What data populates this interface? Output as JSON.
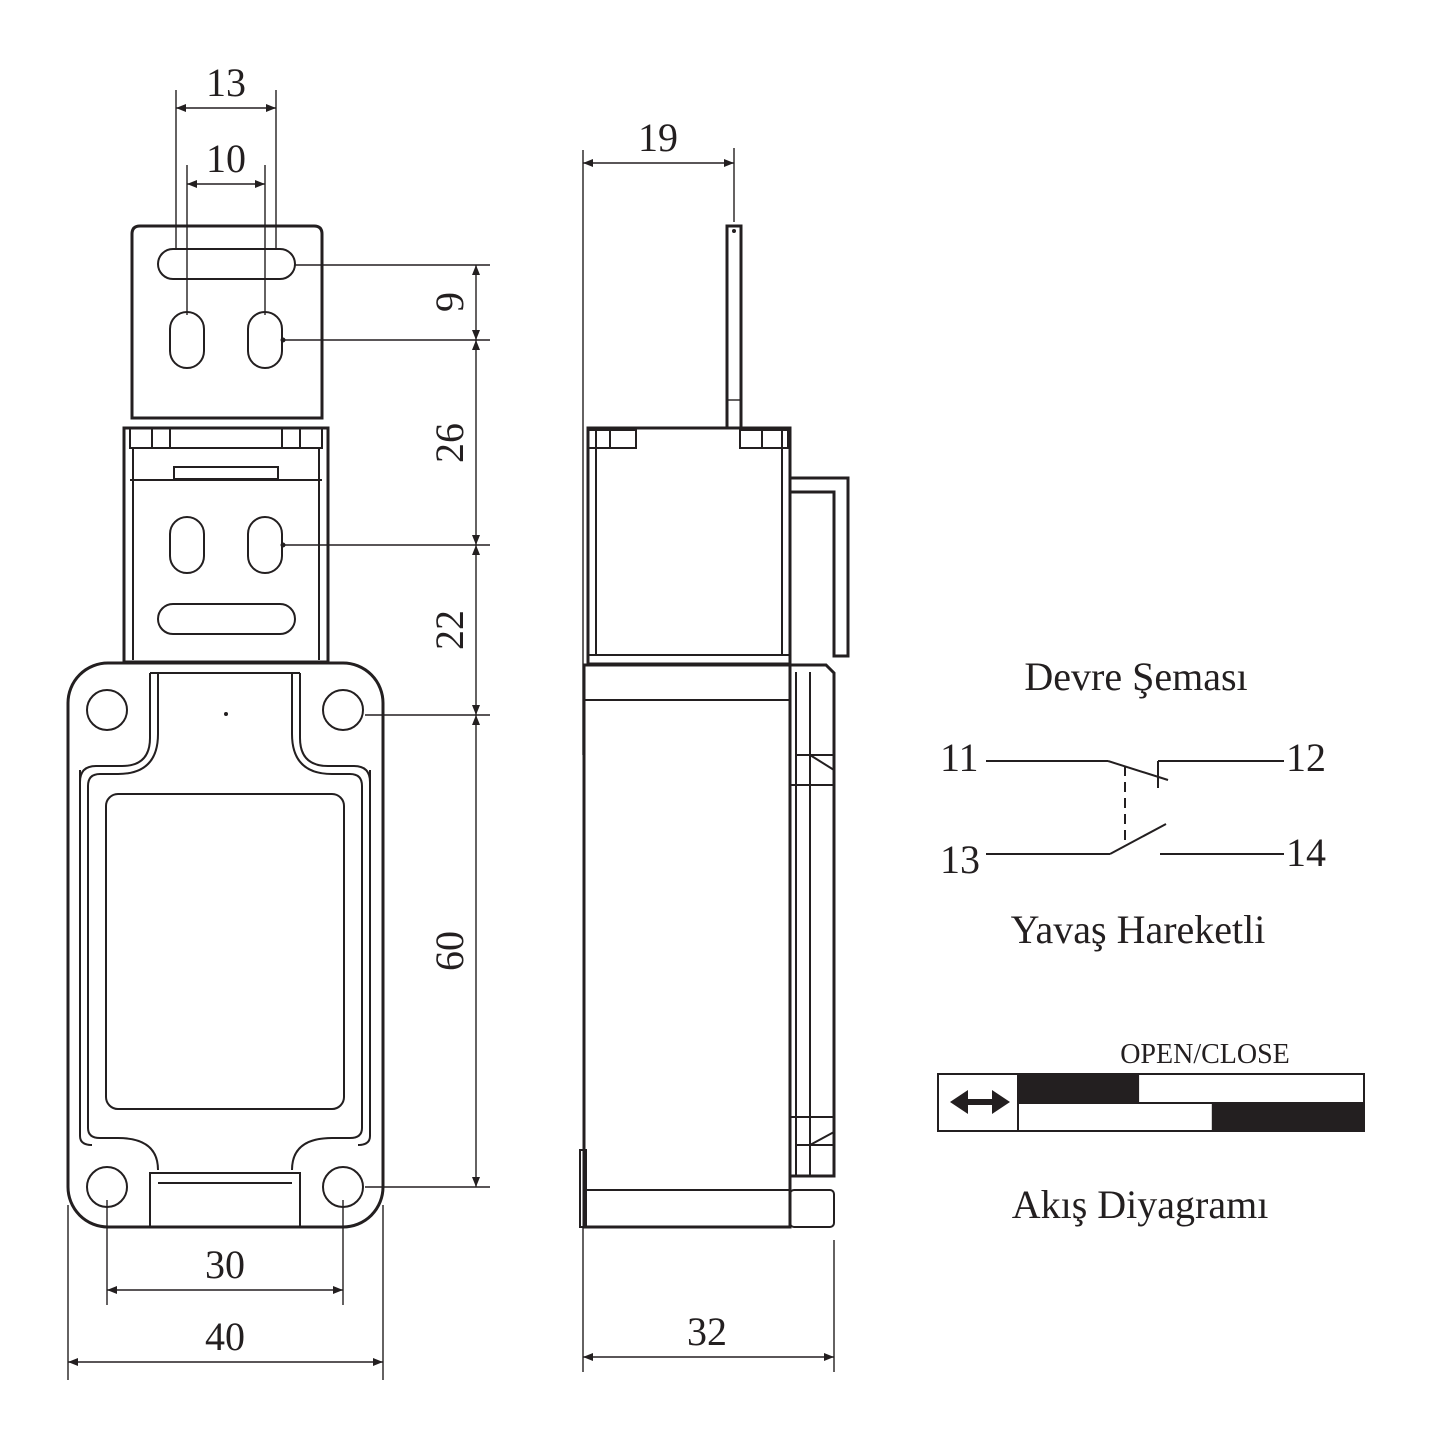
{
  "dimensions": {
    "d13": "13",
    "d10": "10",
    "d9": "9",
    "d26": "26",
    "d22": "22",
    "d60": "60",
    "d30": "30",
    "d40": "40",
    "d19": "19",
    "d32": "32"
  },
  "circuit": {
    "title": "Devre Şeması",
    "terminals": {
      "t11": "11",
      "t12": "12",
      "t13": "13",
      "t14": "14"
    },
    "subtitle": "Yavaş Hareketli"
  },
  "flow": {
    "header": "OPEN/CLOSE",
    "title": "Akış Diyagramı",
    "icon": "double-arrow-icon",
    "row1_closed_fraction": 0.35,
    "row2_closed_fraction": 0.44
  },
  "colors": {
    "ink": "#231f20",
    "background": "#ffffff"
  }
}
